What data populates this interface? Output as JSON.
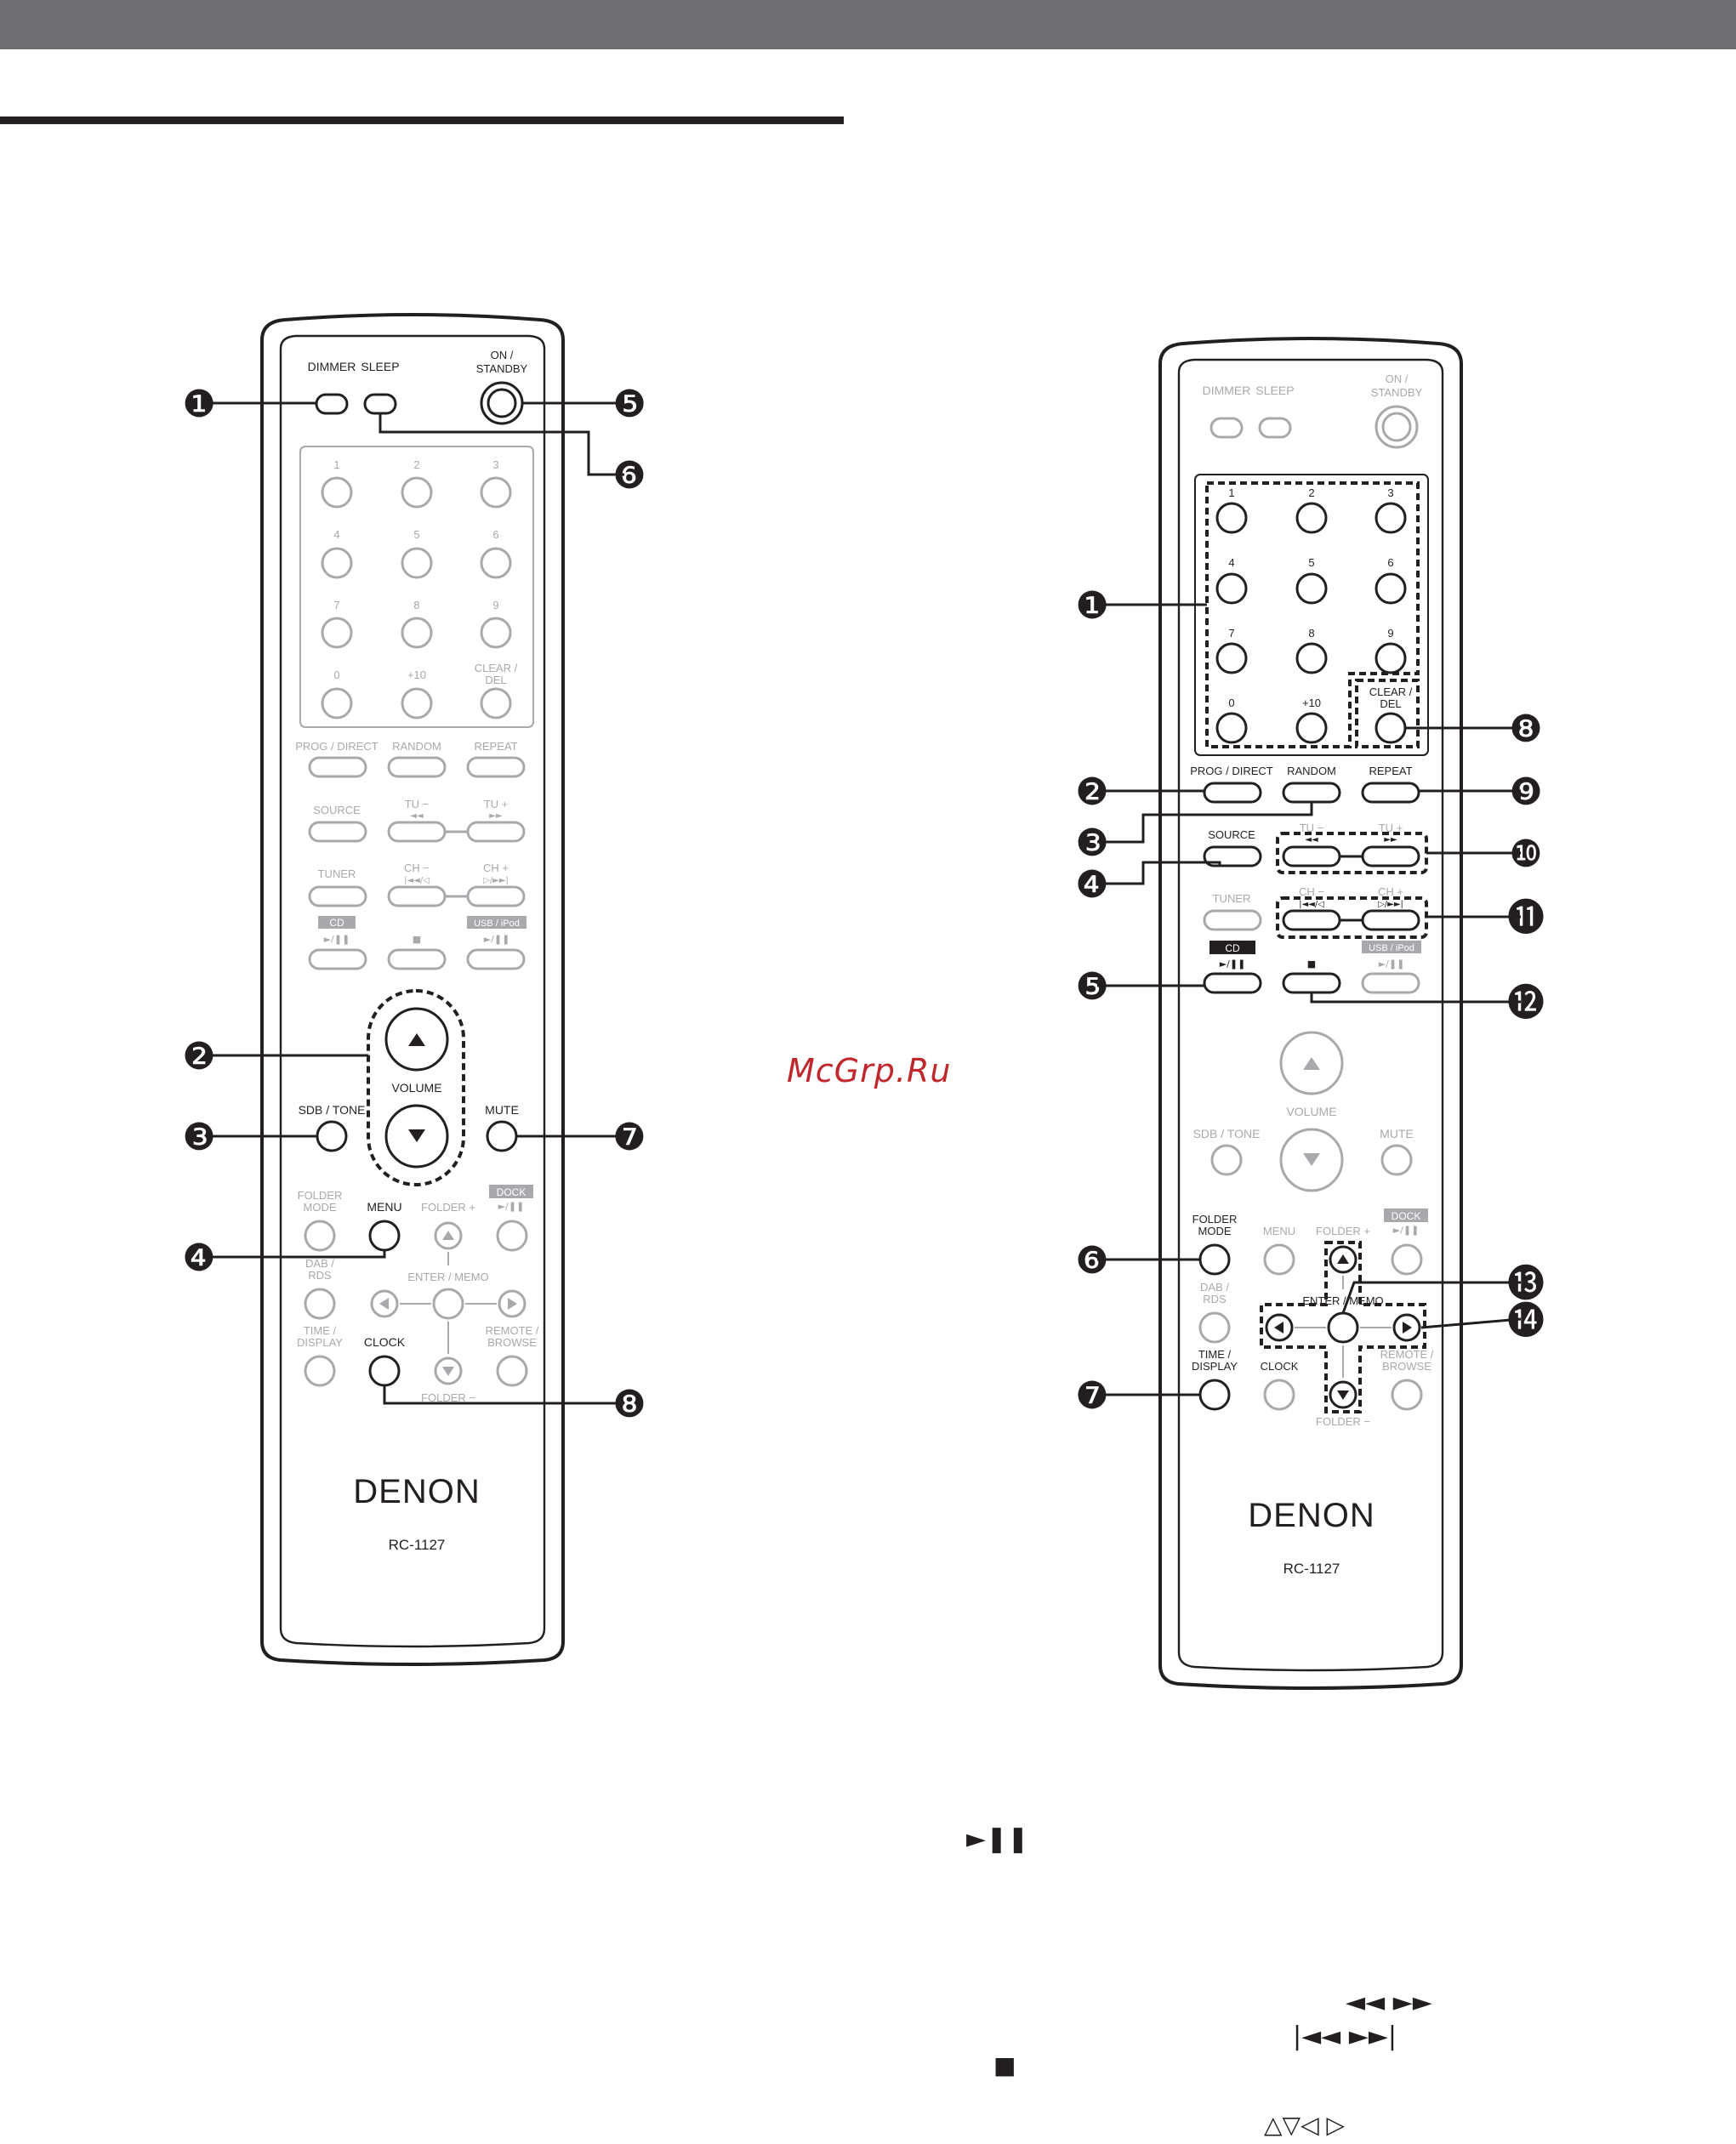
{
  "page": {
    "watermark": "McGrp.Ru"
  },
  "remote": {
    "brand": "DENON",
    "model": "RC-1127",
    "labels": {
      "dimmer": "DIMMER",
      "sleep": "SLEEP",
      "on": "ON /",
      "standby": "STANDBY",
      "n1": "1",
      "n2": "2",
      "n3": "3",
      "n4": "4",
      "n5": "5",
      "n6": "6",
      "n7": "7",
      "n8": "8",
      "n9": "9",
      "n0": "0",
      "plus10": "+10",
      "clear": "CLEAR /",
      "del": "DEL",
      "prog": "PROG / DIRECT",
      "random": "RANDOM",
      "repeat": "REPEAT",
      "source": "SOURCE",
      "tu_minus": "TU −",
      "tu_plus": "TU +",
      "tuner": "TUNER",
      "ch_minus": "CH −",
      "ch_plus": "CH +",
      "cd": "CD",
      "usb": "USB / iPod",
      "volume": "VOLUME",
      "sdb": "SDB / TONE",
      "mute": "MUTE",
      "folder": "FOLDER",
      "mode": "MODE",
      "menu": "MENU",
      "folder_plus": "FOLDER +",
      "dock": "DOCK",
      "dab": "DAB /",
      "rds": "RDS",
      "enter": "ENTER / MEMO",
      "time": "TIME /",
      "display": "DISPLAY",
      "clock": "CLOCK",
      "remote_l": "REMOTE /",
      "browse": "BROWSE",
      "folder_minus": "FOLDER −"
    },
    "glyphs": {
      "play_pause": "►/❚❚",
      "stop": "■",
      "rew": "◄◄",
      "ff": "►►",
      "prev": "|◄◄/◁",
      "next": "▷/►►|"
    }
  },
  "left_callouts": [
    "❶",
    "❷",
    "❸",
    "❹",
    "❺",
    "❻",
    "❼",
    "❽"
  ],
  "right_callouts": [
    "❶",
    "❷",
    "❸",
    "❹",
    "❺",
    "❻",
    "❼",
    "❽",
    "❾",
    "❿",
    "⓫",
    "⓬",
    "⓭",
    "⓮"
  ],
  "bottom_glyphs": {
    "play_pause": "►❚❚",
    "search": "◄◄ ►►",
    "skip": "|◄◄ ►►|",
    "stop": "■",
    "cursor": "△▽◁ ▷"
  }
}
